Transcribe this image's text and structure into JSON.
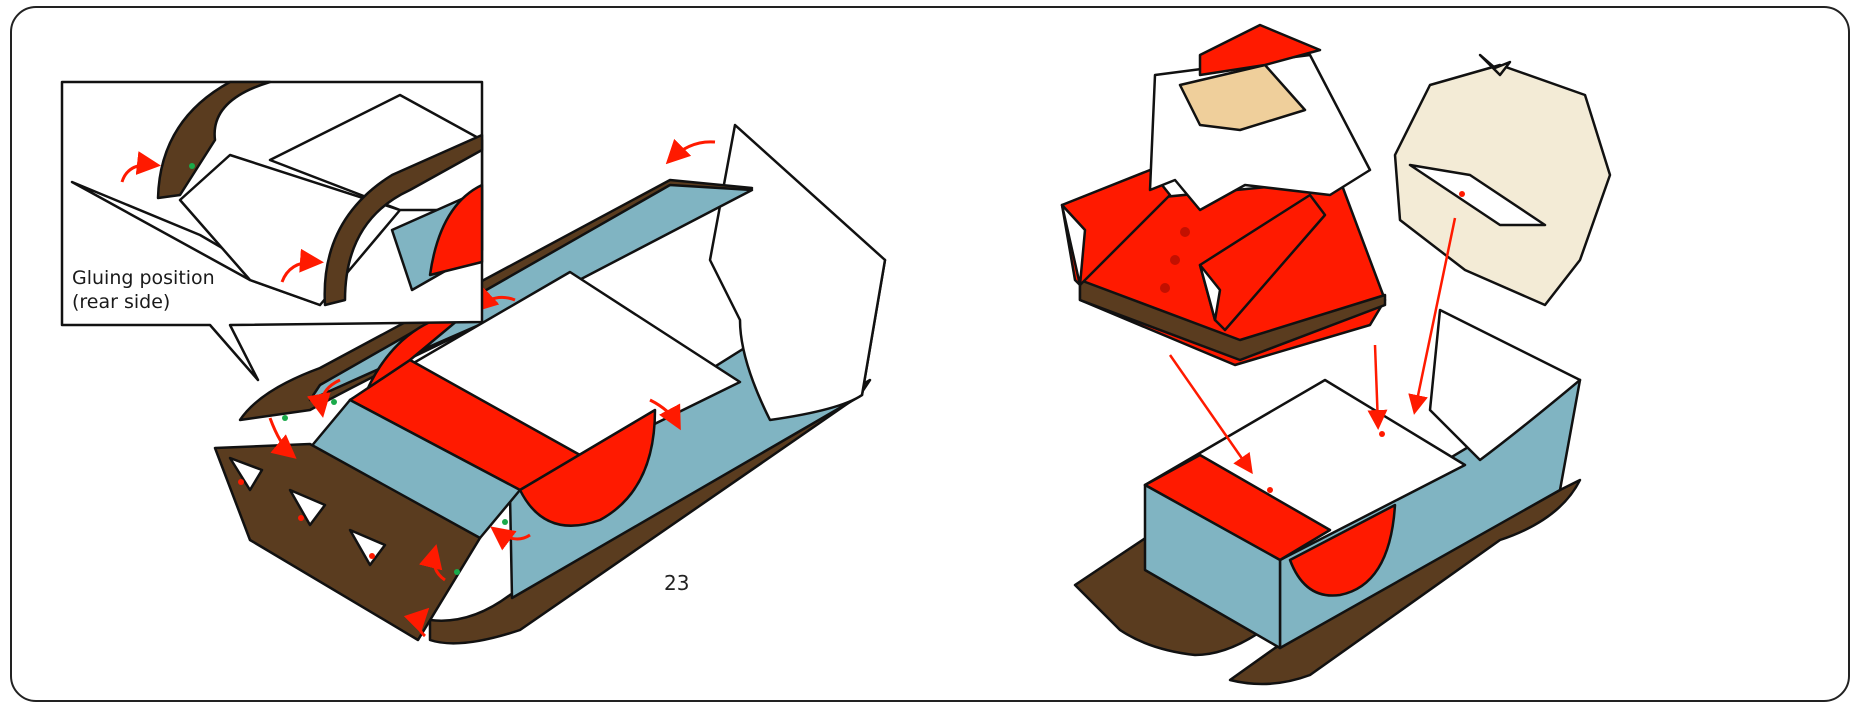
{
  "callout": {
    "line1": "Gluing position",
    "line2": "(rear side)"
  },
  "page": {
    "number": "23"
  },
  "colors": {
    "sleigh_blue": "#80b4c2",
    "runner_brown": "#5a3c1f",
    "santa_red": "#ff1a00",
    "skin": "#efcf9b",
    "sack_cream": "#f3ebd6",
    "glue_dot_green": "#1aaa4a",
    "arrow_red": "#ff1a00"
  },
  "icons": [
    "fold-arrow-icon",
    "insert-arrow-icon",
    "glue-dot-icon"
  ]
}
